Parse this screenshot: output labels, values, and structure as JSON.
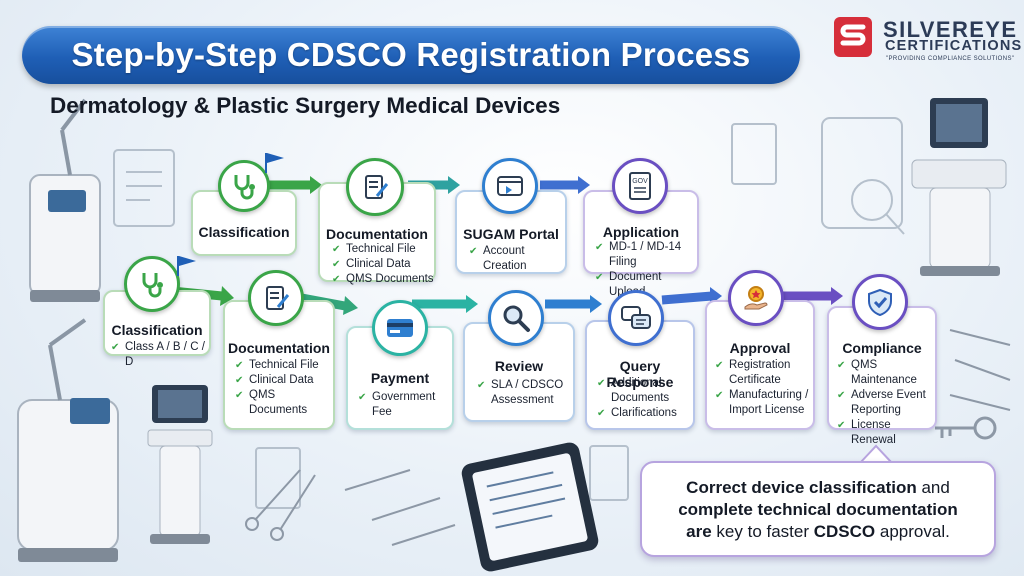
{
  "header": {
    "title": "Step-by-Step CDSCO Registration Process",
    "subtitle": "Dermatology & Plastic Surgery Medical Devices"
  },
  "logo": {
    "name": "SILVEREYE",
    "sub": "CERTIFICATIONS",
    "tagline": "\"PROVIDING COMPLIANCE SOLUTIONS\"",
    "colors": {
      "red": "#d62e3a",
      "navy": "#2c3b57"
    }
  },
  "top_row": [
    {
      "title": "Classification",
      "items": [],
      "icon": "stethoscope-icon",
      "color": "#3aa548"
    },
    {
      "title": "Documentation",
      "items": [
        "Technical File",
        "Clinical Data",
        "QMS Documents"
      ],
      "icon": "document-edit-icon",
      "color": "#3aa548"
    },
    {
      "title": "SUGAM Portal",
      "items": [
        "Account Creation"
      ],
      "icon": "browser-window-icon",
      "color": "#2f7fd0"
    },
    {
      "title": "Application",
      "items": [
        "MD-1 / MD-14 Filing",
        "Document Upload"
      ],
      "icon": "gov-document-icon",
      "color": "#6a4fc2",
      "icon_label": "GOV"
    }
  ],
  "bottom_row": [
    {
      "title": "Classification",
      "items": [
        "Class A / B / C / D"
      ],
      "icon": "stethoscope-icon",
      "color": "#3aa548"
    },
    {
      "title": "Documentation",
      "items": [
        "Technical File",
        "Clinical Data",
        "QMS Documents"
      ],
      "icon": "document-edit-icon",
      "color": "#3aa548"
    },
    {
      "title": "Payment",
      "items": [
        "Government Fee"
      ],
      "icon": "credit-card-icon",
      "color": "#2bb3a3"
    },
    {
      "title": "Review",
      "items": [
        "SLA / CDSCO Assessment"
      ],
      "icon": "magnifier-icon",
      "color": "#2f7fd0"
    },
    {
      "title": "Query Response",
      "items": [
        "Additional Documents",
        "Clarifications"
      ],
      "icon": "chat-bubbles-icon",
      "color": "#3f6fd0"
    },
    {
      "title": "Approval",
      "items": [
        "Registration Certificate",
        "Manufacturing / Import License"
      ],
      "icon": "award-hand-icon",
      "color": "#6a4fc2"
    },
    {
      "title": "Compliance",
      "items": [
        "QMS Maintenance",
        "Adverse Event Reporting",
        "License Renewal"
      ],
      "icon": "shield-check-icon",
      "color": "#6a4fc2"
    }
  ],
  "callout": {
    "line1_bold": "Correct device classification",
    "line1_rest": " and",
    "line2_bold": "complete technical documentation",
    "line3_bold_a": "are",
    "line3_mid": " key to faster ",
    "line3_bold_b": "CDSCO",
    "line3_rest": " approval."
  }
}
